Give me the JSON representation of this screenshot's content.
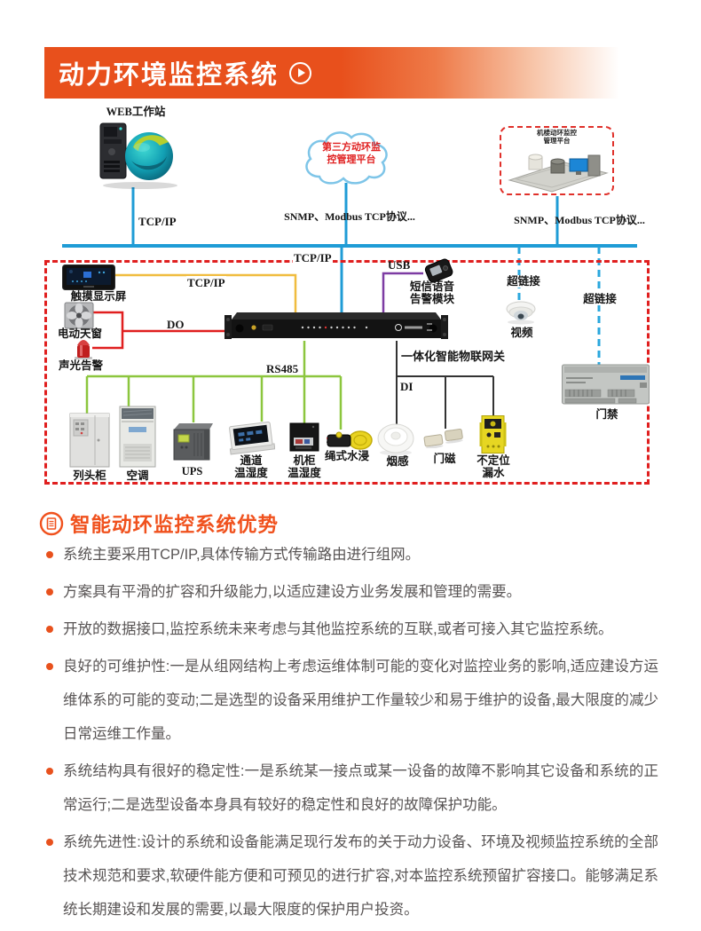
{
  "banner": {
    "title": "动力环境监控系统"
  },
  "diagram": {
    "top": {
      "web_station": {
        "label": "WEB工作站",
        "link": "TCP/IP"
      },
      "cloud": {
        "line1": "第三方动环监",
        "line2": "控管理平台",
        "link": "SNMP、Modbus TCP协议..."
      },
      "platform": {
        "line1": "机楼动环监控",
        "line2": "管理平台",
        "link": "SNMP、Modbus TCP协议..."
      }
    },
    "bus_link": "TCP/IP",
    "gateway_label": "一体化智能物联网关",
    "left": {
      "touch_screen": "触摸显示屏",
      "touch_link": "TCP/IP",
      "skylight": "电动天窗",
      "skylight_link": "DO",
      "alarm_light": "声光告警"
    },
    "right": {
      "usb_link": "USB",
      "sms_module": {
        "line1": "短信语音",
        "line2": "告警模块"
      },
      "video_link": "超链接",
      "video": "视频",
      "access_link": "超链接",
      "access_control": "门禁"
    },
    "rs485_link": "RS485",
    "di_link": "DI",
    "rs485_devices": [
      {
        "label": "列头柜"
      },
      {
        "label": "空调"
      },
      {
        "label": "UPS"
      },
      {
        "line1": "通道",
        "line2": "温湿度"
      },
      {
        "line1": "机柜",
        "line2": "温湿度"
      },
      {
        "label": "绳式水浸"
      }
    ],
    "di_devices": [
      {
        "label": "烟感"
      },
      {
        "label": "门磁"
      },
      {
        "line1": "不定位",
        "line2": "漏水"
      }
    ]
  },
  "advantages": {
    "title": "智能动环监控系统优势",
    "items": [
      "系统主要采用TCP/IP,具体传输方式传输路由进行组网。",
      "方案具有平滑的扩容和升级能力,以适应建设方业务发展和管理的需要。",
      "开放的数据接口,监控系统未来考虑与其他监控系统的互联,或者可接入其它监控系统。",
      "良好的可维护性:一是从组网结构上考虑运维体制可能的变化对监控业务的影响,适应建设方运维体系的可能的变动;二是选型的设备采用维护工作量较少和易于维护的设备,最大限度的减少日常运维工作量。",
      "系统结构具有很好的稳定性:一是系统某一接点或某一设备的故障不影响其它设备和系统的正常运行;二是选型设备本身具有较好的稳定性和良好的故障保护功能。",
      "系统先进性:设计的系统和设备能满足现行发布的关于动力设备、环境及视频监控系统的全部技术规范和要求,软硬件能方便和可预见的进行扩容,对本监控系统预留扩容接口。能够满足系统长期建设和发展的需要,以最大限度的保护用户投资。"
    ]
  },
  "colors": {
    "accent_orange": "#e8511d",
    "bus_blue": "#1f9cd6",
    "line_yellow": "#f0bc3e",
    "line_red": "#e01f1f",
    "line_green": "#8cc63e",
    "line_purple": "#7d3ca3",
    "hyperlink_dash_blue": "#2aa7dd",
    "dashed_border_red": "#e01f1f",
    "cloud_text_red": "#e01f1f",
    "body_text_gray": "#585454"
  }
}
